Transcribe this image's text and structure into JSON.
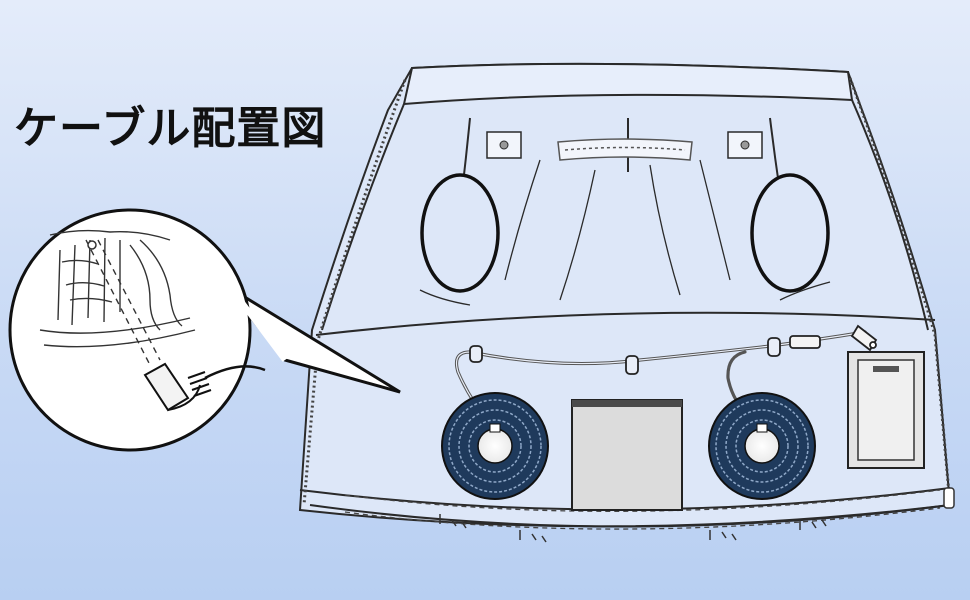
{
  "diagram": {
    "title": "ケーブル配置図",
    "line_color": "#2a2a2a",
    "jacket_fill": "#dde7f8",
    "fan_color": "#1f3a5c",
    "pocket_fill": "#dcdcdc",
    "components": [
      "jacket-back",
      "left-fan",
      "right-fan",
      "cable",
      "battery-pocket",
      "battery",
      "zoom-callout"
    ]
  }
}
